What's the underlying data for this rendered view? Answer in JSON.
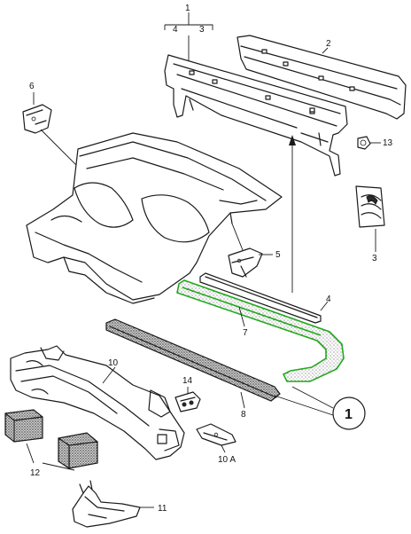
{
  "labels": {
    "p1": "1",
    "p1_left": "4",
    "p1_right": "3",
    "p2": "2",
    "p3": "3",
    "p4": "4",
    "p5": "5",
    "p6": "6",
    "p7": "7",
    "p8": "8",
    "p10": "10",
    "p10a": "10 A",
    "p11": "11",
    "p12": "12",
    "p13": "13",
    "p14": "14",
    "ref_circle": "1"
  },
  "colors": {
    "line": "#1a1a1a",
    "highlight": "#22a81e",
    "background": "#ffffff"
  },
  "highlighted_part": "7"
}
